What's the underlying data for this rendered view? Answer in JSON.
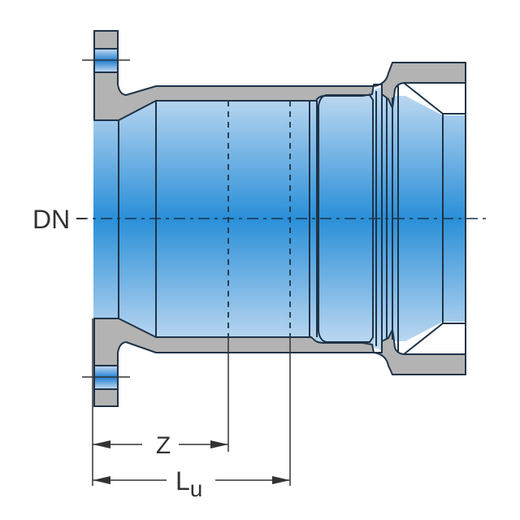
{
  "diagram": {
    "subject": "flanged socket pipe fitting cross-section",
    "labels": {
      "nominal_diameter": "DN",
      "dim_z": "Z",
      "dim_lu_main": "L",
      "dim_lu_sub": "u"
    },
    "colors": {
      "metal": "#b3b3b3",
      "outline": "#1f3347",
      "bore_edge": "#c5dcf2",
      "bore_center": "#2a8fd8",
      "text": "#333333"
    }
  }
}
